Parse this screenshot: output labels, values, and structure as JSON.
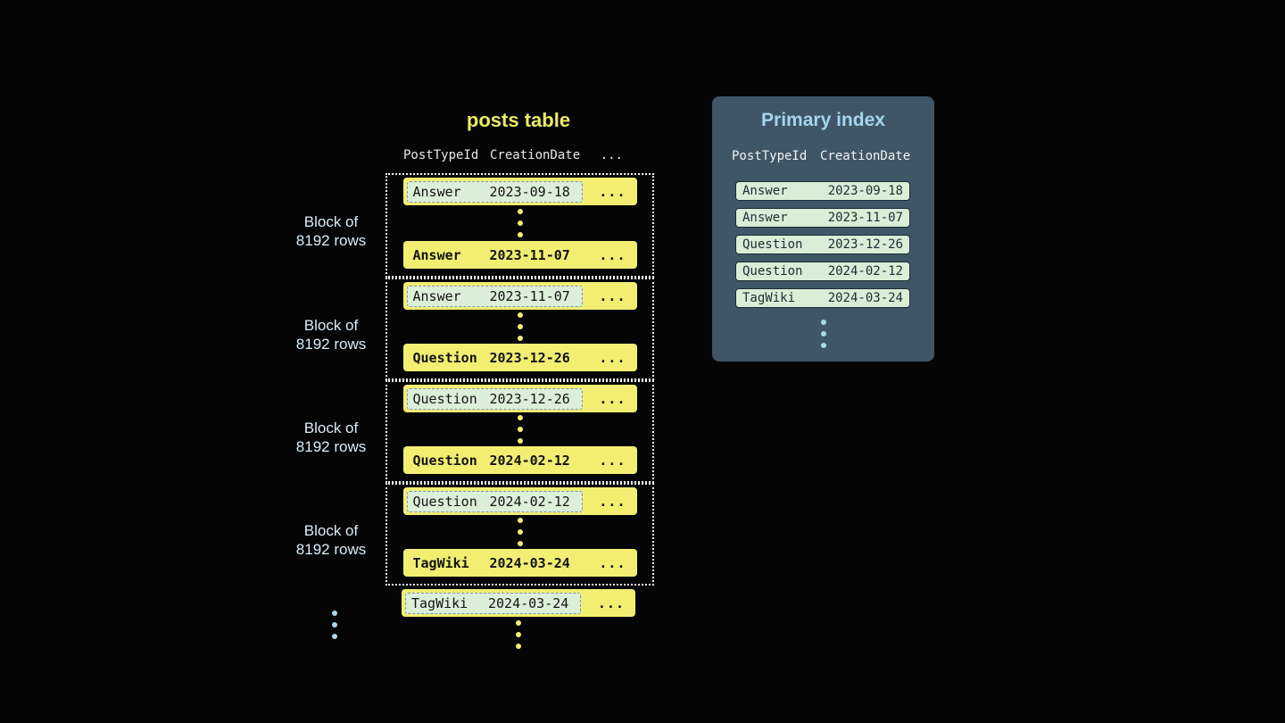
{
  "posts_table": {
    "title": "posts table",
    "headers": {
      "col1": "PostTypeId",
      "col2": "CreationDate",
      "more": "..."
    },
    "block_label": {
      "line1": "Block of",
      "line2": "8192 rows"
    },
    "blocks": [
      {
        "first": {
          "type": "Answer",
          "date": "2023-09-18",
          "more": "..."
        },
        "last": {
          "type": "Answer",
          "date": "2023-11-07",
          "more": "..."
        }
      },
      {
        "first": {
          "type": "Answer",
          "date": "2023-11-07",
          "more": "..."
        },
        "last": {
          "type": "Question",
          "date": "2023-12-26",
          "more": "..."
        }
      },
      {
        "first": {
          "type": "Question",
          "date": "2023-12-26",
          "more": "..."
        },
        "last": {
          "type": "Question",
          "date": "2024-02-12",
          "more": "..."
        }
      },
      {
        "first": {
          "type": "Question",
          "date": "2024-02-12",
          "more": "..."
        },
        "last": {
          "type": "TagWiki",
          "date": "2024-03-24",
          "more": "..."
        }
      }
    ],
    "trailing_row": {
      "type": "TagWiki",
      "date": "2024-03-24",
      "more": "..."
    }
  },
  "primary_index": {
    "title": "Primary index",
    "headers": {
      "col1": "PostTypeId",
      "col2": "CreationDate"
    },
    "rows": [
      {
        "type": "Answer",
        "date": "2023-09-18"
      },
      {
        "type": "Answer",
        "date": "2023-11-07"
      },
      {
        "type": "Question",
        "date": "2023-12-26"
      },
      {
        "type": "Question",
        "date": "2024-02-12"
      },
      {
        "type": "TagWiki",
        "date": "2024-03-24"
      }
    ]
  },
  "colors": {
    "background": "#050505",
    "row_yellow": "#f2ee72",
    "highlight_mint": "#dcefd8",
    "panel_slate": "#3e5665",
    "accent_blue": "#a9d9ec",
    "title_yellow": "#eeeb66",
    "pill_green": "#d9eed6"
  }
}
